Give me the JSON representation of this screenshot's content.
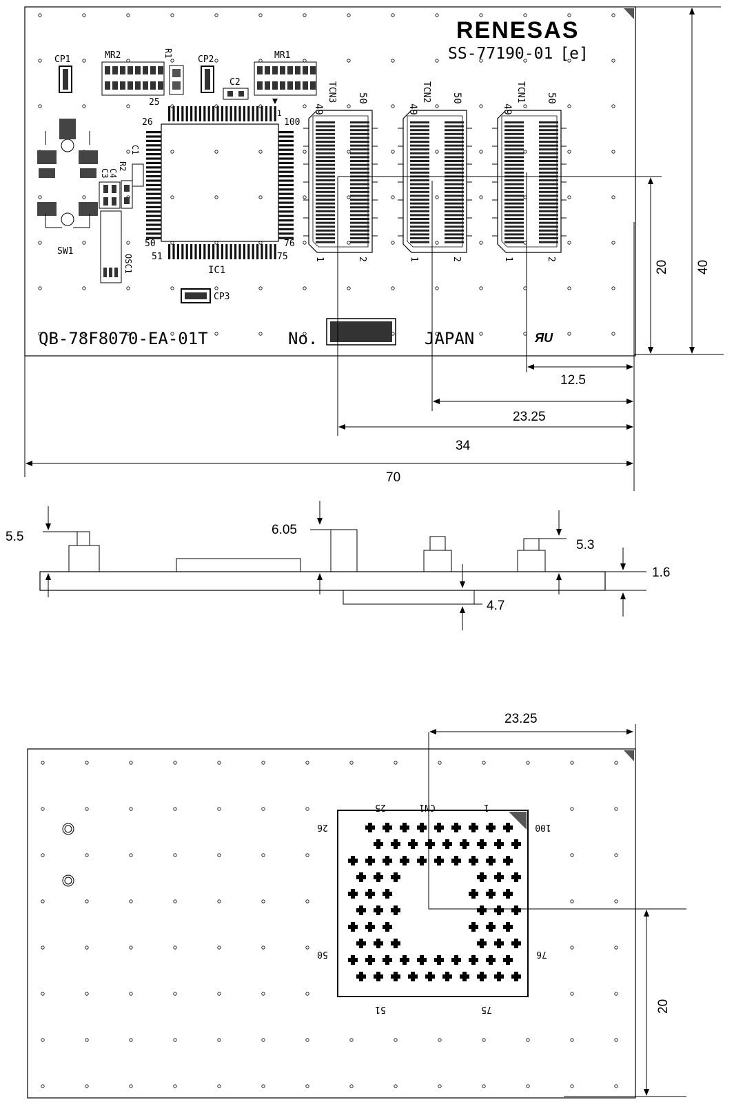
{
  "top_view": {
    "brand": "RENESAS",
    "board_code": "SS-77190-01",
    "board_code_suffix": "[e]",
    "part_number": "QB-78F8070-EA-01T",
    "serial_label": "No.",
    "country": "JAPAN",
    "silkscreen": {
      "cp1": "CP1",
      "mr2": "MR2",
      "r1": "R1",
      "cp2": "CP2",
      "mr1": "MR1",
      "c2": "C2",
      "c1": "C1",
      "r2": "R2",
      "c3": "C3",
      "c4": "C4",
      "sw1": "SW1",
      "osc1": "OSC1",
      "ic1": "IC1",
      "cp3": "CP3",
      "pin_1": "1",
      "pin_25": "25",
      "pin_26": "26",
      "pin_50": "50",
      "pin_51": "51",
      "pin_75": "75",
      "pin_76": "76",
      "pin_100": "100"
    },
    "connectors": [
      {
        "name": "TCN3",
        "pin_tl": "49",
        "pin_tr": "50",
        "pin_bl": "1",
        "pin_br": "2"
      },
      {
        "name": "TCN2",
        "pin_tl": "49",
        "pin_tr": "50",
        "pin_bl": "1",
        "pin_br": "2"
      },
      {
        "name": "TCN1",
        "pin_tl": "49",
        "pin_tr": "50",
        "pin_bl": "1",
        "pin_br": "2"
      }
    ],
    "dimensions": {
      "d_12_5": "12.5",
      "d_23_25": "23.25",
      "d_34": "34",
      "d_70": "70",
      "d_20": "20",
      "d_40": "40"
    }
  },
  "side_view": {
    "dimensions": {
      "d_5_5": "5.5",
      "d_6_05": "6.05",
      "d_5_3": "5.3",
      "d_1_6": "1.6",
      "d_4_7": "4.7"
    }
  },
  "bottom_view": {
    "silkscreen": {
      "cn1": "CN1",
      "pin_1": "1",
      "pin_25": "25",
      "pin_26": "26",
      "pin_50": "50",
      "pin_51": "51",
      "pin_75": "75",
      "pin_76": "76",
      "pin_100": "100"
    },
    "dimensions": {
      "d_23_25": "23.25",
      "d_20": "20"
    }
  }
}
